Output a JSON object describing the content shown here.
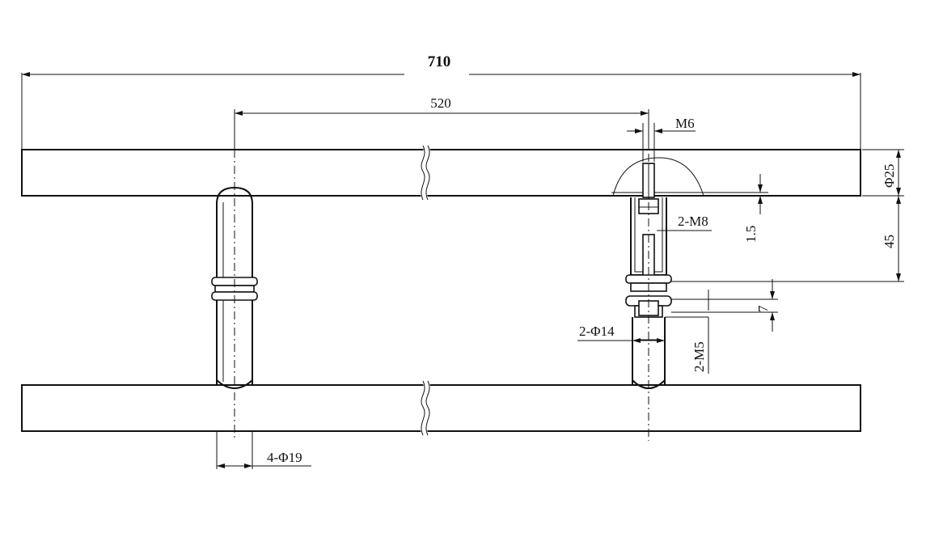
{
  "dimensions": {
    "overall_length": "710",
    "center_distance": "520",
    "thread_m6": "M6",
    "bar_diameter": "Φ25",
    "thread_2m8": "2-M8",
    "gap_1_5": "1.5",
    "standoff_45": "45",
    "dim_7": "7",
    "dia_2_14": "2-Φ14",
    "thread_2m5": "2-M5",
    "post_4_19": "4-Φ19"
  },
  "colors": {
    "line": "#111111",
    "background": "#ffffff"
  }
}
